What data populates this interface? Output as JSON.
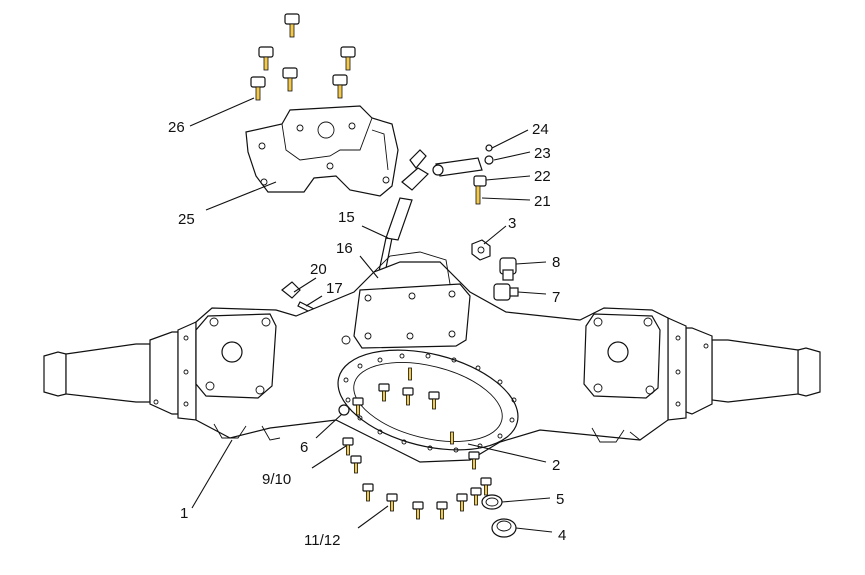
{
  "callouts": {
    "c1": "1",
    "c2": "2",
    "c3": "3",
    "c4": "4",
    "c5": "5",
    "c6": "6",
    "c7": "7",
    "c8": "8",
    "c9_10": "9/10",
    "c11_12": "11/12",
    "c15": "15",
    "c16": "16",
    "c17": "17",
    "c20": "20",
    "c21": "21",
    "c22": "22",
    "c23": "23",
    "c24": "24",
    "c25": "25",
    "c26": "26"
  },
  "colors": {
    "line": "#111111",
    "background": "#ffffff",
    "bolt_shank": "#f2c94c"
  }
}
